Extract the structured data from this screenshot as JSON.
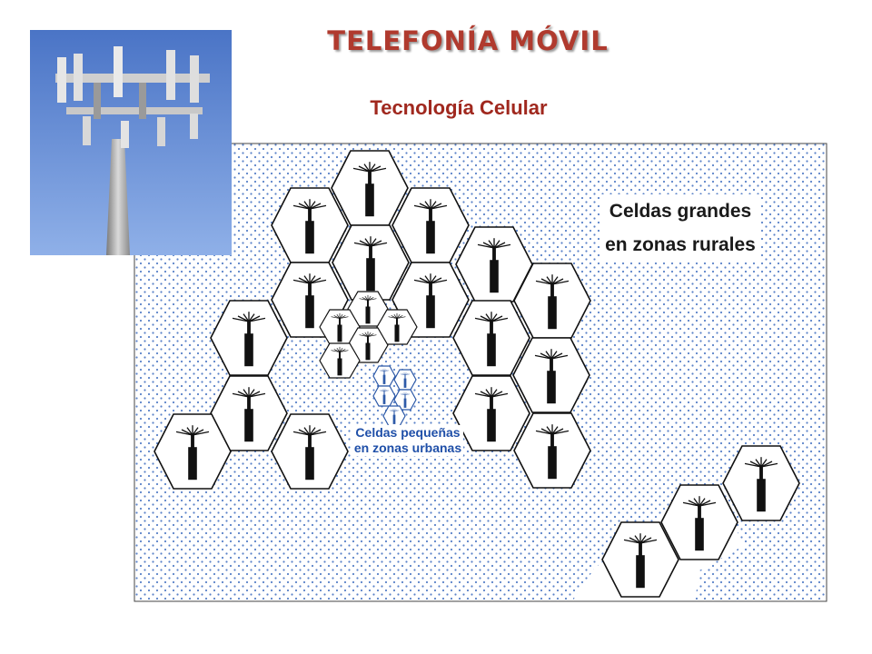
{
  "title": "TELEFONÍA MÓVIL",
  "subtitle": "Tecnología Celular",
  "labels": {
    "large_cells": "Celdas grandes en zonas rurales",
    "small_cells": "Celdas pequeñas en zonas urbanas"
  },
  "colors": {
    "title": "#b03a2e",
    "subtitle": "#a0281e",
    "small_cells_label": "#1f4fa8",
    "dots": "#5a82c8",
    "urban_cells": "#2e5aa8",
    "cell_outline": "#111111"
  },
  "icons": {
    "photo": "cell-tower-photo",
    "cell": "hexagon-cell-with-antenna-icon"
  }
}
